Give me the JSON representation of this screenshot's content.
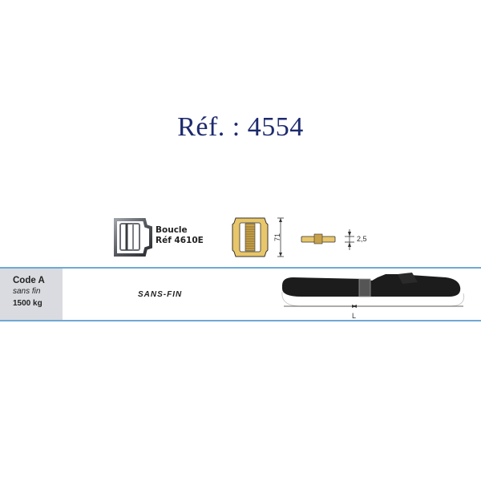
{
  "header": {
    "reference": "Réf. : 4554"
  },
  "buckle": {
    "name": "Boucle",
    "ref": "Réf 4610E"
  },
  "dimensions": {
    "height": "71",
    "thickness": "2,5",
    "length": "L"
  },
  "variant": {
    "code": "Code A",
    "type": "sans fin",
    "capacity": "1500 kg",
    "label": "SANS-FIN"
  },
  "colors": {
    "title": "#1e2a6e",
    "band_border": "#6fa8d6",
    "code_bg": "#d9dbe0",
    "buckle_gold": "#e8c66a",
    "strap": "#1c1c1c"
  }
}
